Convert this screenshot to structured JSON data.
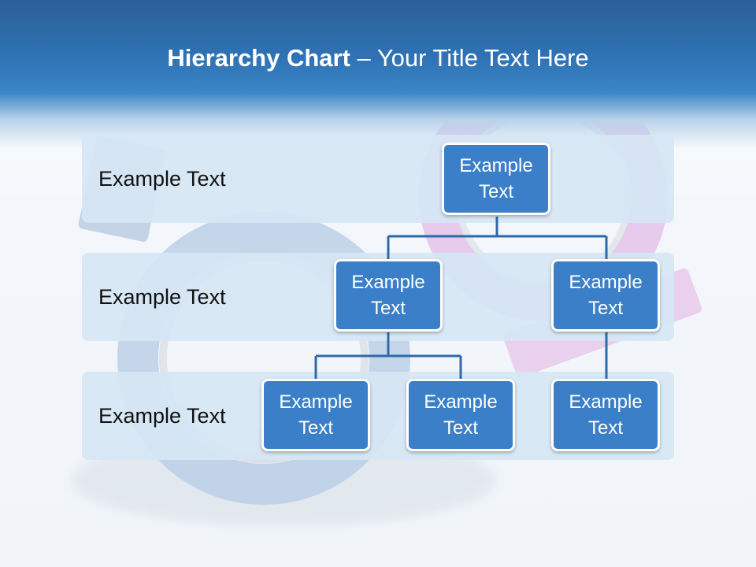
{
  "title": {
    "bold": "Hierarchy Chart",
    "rest": " – Your Title Text Here"
  },
  "levels": [
    {
      "label": "Example Text"
    },
    {
      "label": "Example Text"
    },
    {
      "label": "Example Text"
    }
  ],
  "nodes": {
    "root": "Example Text",
    "level2_left": "Example Text",
    "level2_right": "Example Text",
    "level3_a": "Example Text",
    "level3_b": "Example Text",
    "level3_c": "Example Text"
  },
  "colors": {
    "header": "#2f72b4",
    "node_fill": "#3a7fc7",
    "band_fill": "#d6e6f4",
    "connector": "#2e6aa8"
  }
}
